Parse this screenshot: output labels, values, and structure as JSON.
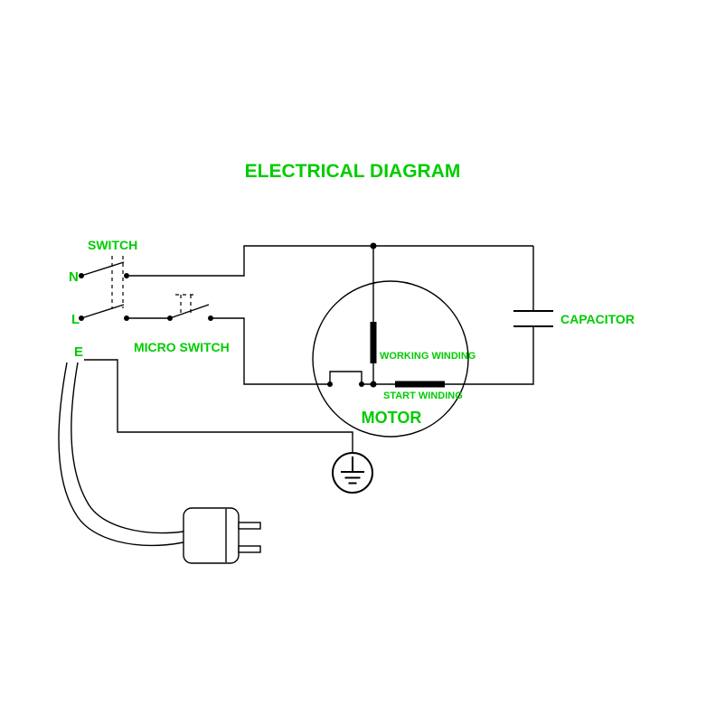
{
  "title": "ELECTRICAL DIAGRAM",
  "labels": {
    "switch": "SWITCH",
    "micro_switch": "MICRO SWITCH",
    "capacitor": "CAPACITOR",
    "working_winding": "WORKING WINDING",
    "start_winding": "START WINDING",
    "motor": "MOTOR",
    "terminal_n": "N",
    "terminal_l": "L",
    "terminal_e": "E"
  },
  "colors": {
    "label": "#00cc00",
    "line": "#000000",
    "background": "#ffffff"
  }
}
